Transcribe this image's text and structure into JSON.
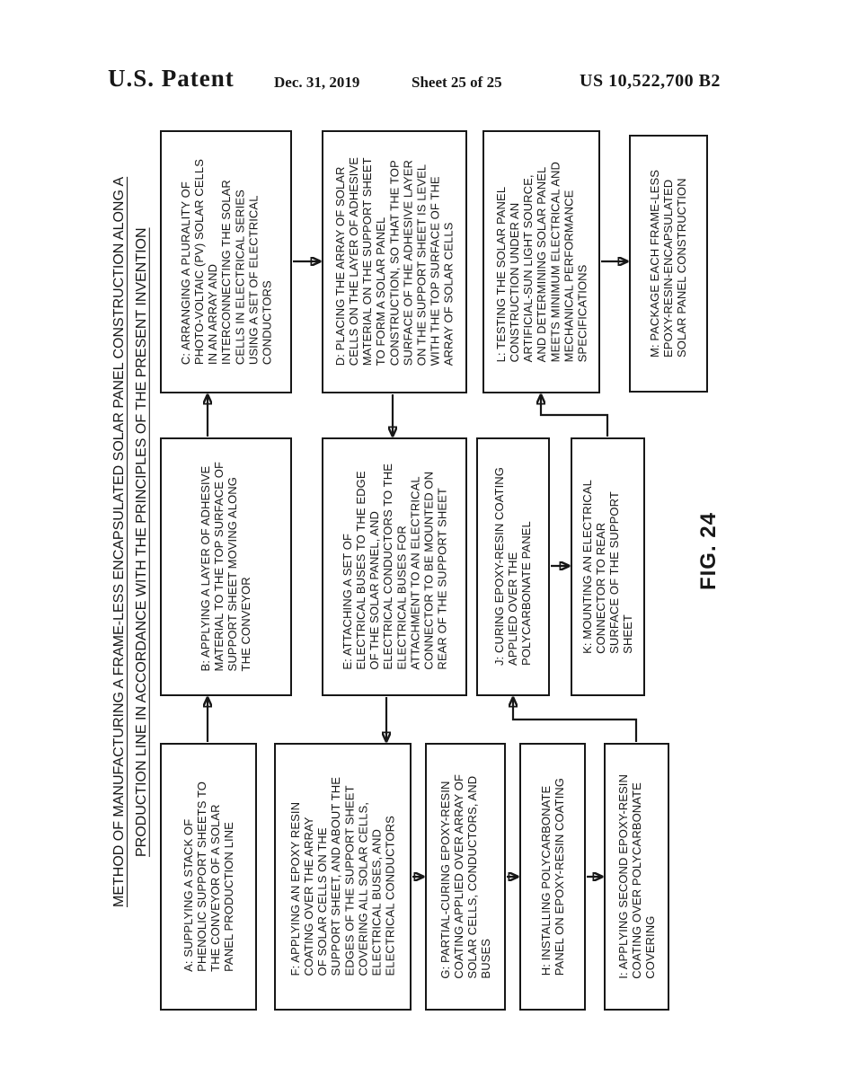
{
  "header": {
    "patent_label": "U.S. Patent",
    "date": "Dec. 31, 2019",
    "sheet_info": "Sheet 25 of 25",
    "patent_number": "US 10,522,700 B2"
  },
  "title": {
    "line1": "METHOD OF MANUFACTURING A FRAME-LESS ENCAPSULATED SOLAR PANEL CONSTRUCTION ALONG A",
    "line2": "PRODUCTION LINE IN ACCORDANCE WITH THE PRINCIPLES OF THE PRESENT INVENTION"
  },
  "figure_label": "FIG. 24",
  "flowchart": {
    "boxes": {
      "A": {
        "id": "A",
        "text": "A: SUPPLYING A STACK OF\nPHENOLIC SUPPORT SHEETS TO\nTHE CONVEYOR OF A SOLAR\nPANEL PRODUCTION LINE"
      },
      "B": {
        "id": "B",
        "text": "B: APPLYING A LAYER OF ADHESIVE\nMATERIAL TO THE TOP SURFACE OF\nSUPPORT SHEET MOVING ALONG\nTHE CONVEYOR"
      },
      "C": {
        "id": "C",
        "text": "C: ARRANGING A PLURALITY OF\nPHOTO-VOLTAIC (PV) SOLAR CELLS\nIN AN ARRAY AND\nINTERCONNECTING THE SOLAR\nCELLS IN ELECTRICAL SERIES\nUSING A SET OF ELECTRICAL\nCONDUCTORS"
      },
      "D": {
        "id": "D",
        "text": "D: PLACING THE ARRAY OF SOLAR\nCELLS ON THE LAYER OF ADHESIVE\nMATERIAL ON THE SUPPORT SHEET\nTO FORM A SOLAR PANEL\nCONSTRUCTION, SO THAT THE TOP\nSURFACE OF THE ADHESIVE LAYER\nON THE SUPPORT SHEET IS LEVEL\nWITH THE TOP SURFACE OF THE\nARRAY OF SOLAR CELLS"
      },
      "E": {
        "id": "E",
        "text": "E: ATTACHING A SET OF\nELECTRICAL BUSES TO THE EDGE\nOF THE SOLAR PANEL, AND\nELECTRICAL CONDUCTORS TO THE\nELECTRICAL BUSES FOR\nATTACHMENT TO AN ELECTRICAL\nCONNECTOR TO BE MOUNTED ON\nREAR OF THE SUPPORT SHEET"
      },
      "F": {
        "id": "F",
        "text": "F: APPLYING AN EPOXY RESIN\nCOATING OVER THE ARRAY\nOF SOLAR CELLS ON THE\nSUPPORT SHEET, AND ABOUT THE\nEDGES OF THE SUPPORT SHEET\nCOVERING ALL SOLAR CELLS,\nELECTRICAL BUSES, AND\nELECTRICAL CONDUCTORS"
      },
      "G": {
        "id": "G",
        "text": "G: PARTIAL-CURING EPOXY-RESIN\nCOATING APPLIED OVER ARRAY OF\nSOLAR CELLS, CONDUCTORS, AND\nBUSES"
      },
      "H": {
        "id": "H",
        "text": "H: INSTALLING POLYCARBONATE\nPANEL ON EPOXY-RESIN COATING"
      },
      "I": {
        "id": "I",
        "text": "I: APPLYING SECOND EPOXY-RESIN\nCOATING OVER POLYCARBONATE\nCOVERING"
      },
      "J": {
        "id": "J",
        "text": "J: CURING EPOXY-RESIN COATING\nAPPLIED OVER THE\nPOLYCARBONATE PANEL"
      },
      "K": {
        "id": "K",
        "text": "K: MOUNTING AN ELECTRICAL\nCONNECTOR TO REAR\nSURFACE OF THE SUPPORT\nSHEET"
      },
      "L": {
        "id": "L",
        "text": "L: TESTING THE SOLAR PANEL\nCONSTRUCTION UNDER AN\nARTIFICIAL-SUN LIGHT SOURCE,\nAND DETERMINING SOLAR PANEL\nMEETS MINIMUM ELECTRICAL AND\nMECHANICAL PERFORMANCE\nSPECIFICATIONS"
      },
      "M": {
        "id": "M",
        "text": "M: PACKAGE EACH FRAME-LESS\nEPOXY-RESIN-ENCAPSULATED\nSOLAR PANEL CONSTRUCTION"
      }
    },
    "connections": [
      {
        "from": "A",
        "to": "B"
      },
      {
        "from": "B",
        "to": "C"
      },
      {
        "from": "C",
        "to": "D"
      },
      {
        "from": "D",
        "to": "E"
      },
      {
        "from": "E",
        "to": "F"
      },
      {
        "from": "F",
        "to": "G"
      },
      {
        "from": "G",
        "to": "H"
      },
      {
        "from": "H",
        "to": "I"
      },
      {
        "from": "I",
        "to": "J"
      },
      {
        "from": "J",
        "to": "K"
      },
      {
        "from": "K",
        "to": "L"
      },
      {
        "from": "L",
        "to": "M"
      }
    ]
  }
}
